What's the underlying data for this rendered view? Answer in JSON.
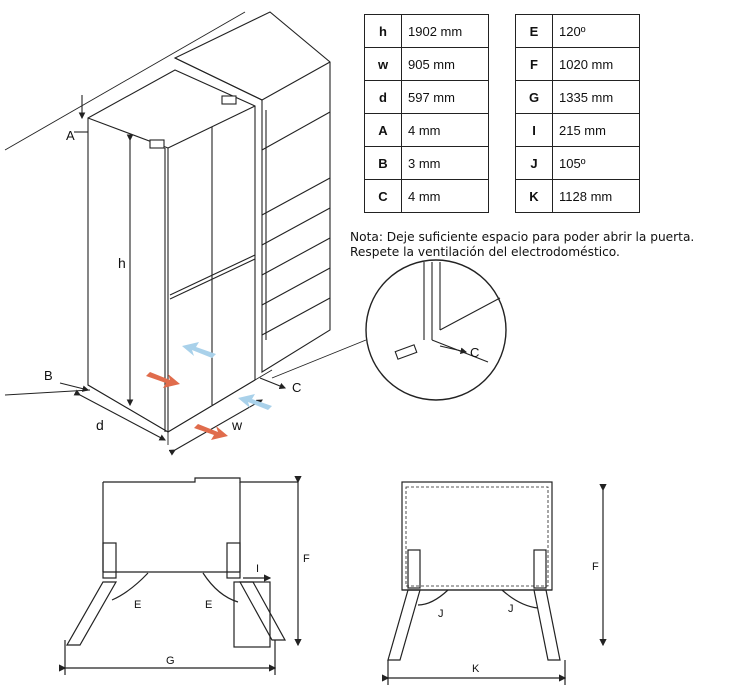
{
  "specs_left": [
    {
      "key": "h",
      "value": "1902 mm"
    },
    {
      "key": "w",
      "value": "905 mm"
    },
    {
      "key": "d",
      "value": "597 mm"
    },
    {
      "key": "A",
      "value": "4 mm"
    },
    {
      "key": "B",
      "value": "3 mm"
    },
    {
      "key": "C",
      "value": "4 mm"
    }
  ],
  "specs_right": [
    {
      "key": "E",
      "value": "120º"
    },
    {
      "key": "F",
      "value": "1020 mm"
    },
    {
      "key": "G",
      "value": "1335 mm"
    },
    {
      "key": "I",
      "value": "215 mm"
    },
    {
      "key": "J",
      "value": "105º"
    },
    {
      "key": "K",
      "value": "1128 mm"
    }
  ],
  "note": {
    "line1": "Nota: Deje suficiente espacio para poder abrir la puerta.",
    "line2": "Respete la ventilación del electrodoméstico."
  },
  "labels": {
    "A": "A",
    "B": "B",
    "C": "C",
    "d": "d",
    "h": "h",
    "w": "w",
    "C_detail": "C",
    "E_left": "E",
    "E_right": "E",
    "F_left": "F",
    "G": "G",
    "I": "I",
    "J_left": "J",
    "J_right": "J",
    "F_right": "F",
    "K": "K"
  },
  "colors": {
    "airflow_out": "#e06c4c",
    "airflow_in": "#a9d1ea",
    "line": "#222222"
  }
}
